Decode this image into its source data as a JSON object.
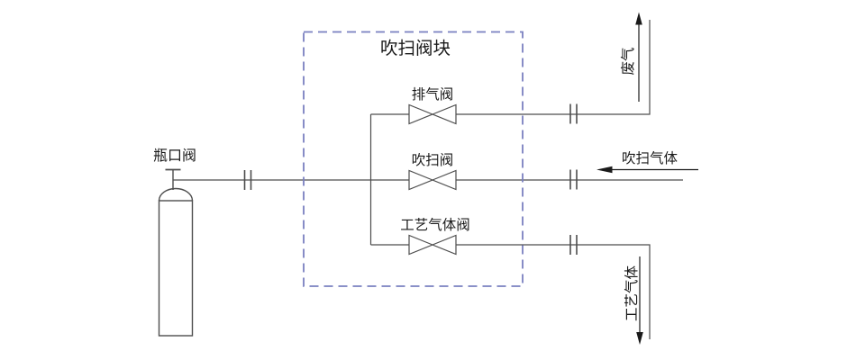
{
  "diagram": {
    "title": "吹扫阀块",
    "labels": {
      "cylinder_valve": "瓶口阀",
      "vent_valve": "排气阀",
      "purge_valve": "吹扫阀",
      "process_gas_valve": "工艺气体阀",
      "waste_gas": "废气",
      "purge_gas": "吹扫气体",
      "process_gas": "工艺气体"
    },
    "colors": {
      "line": "#4d4d4d",
      "valve_block_border": "#7a80c0",
      "text": "#1a1a1a",
      "arrow": "#1a1a1a",
      "background": "#ffffff"
    }
  }
}
